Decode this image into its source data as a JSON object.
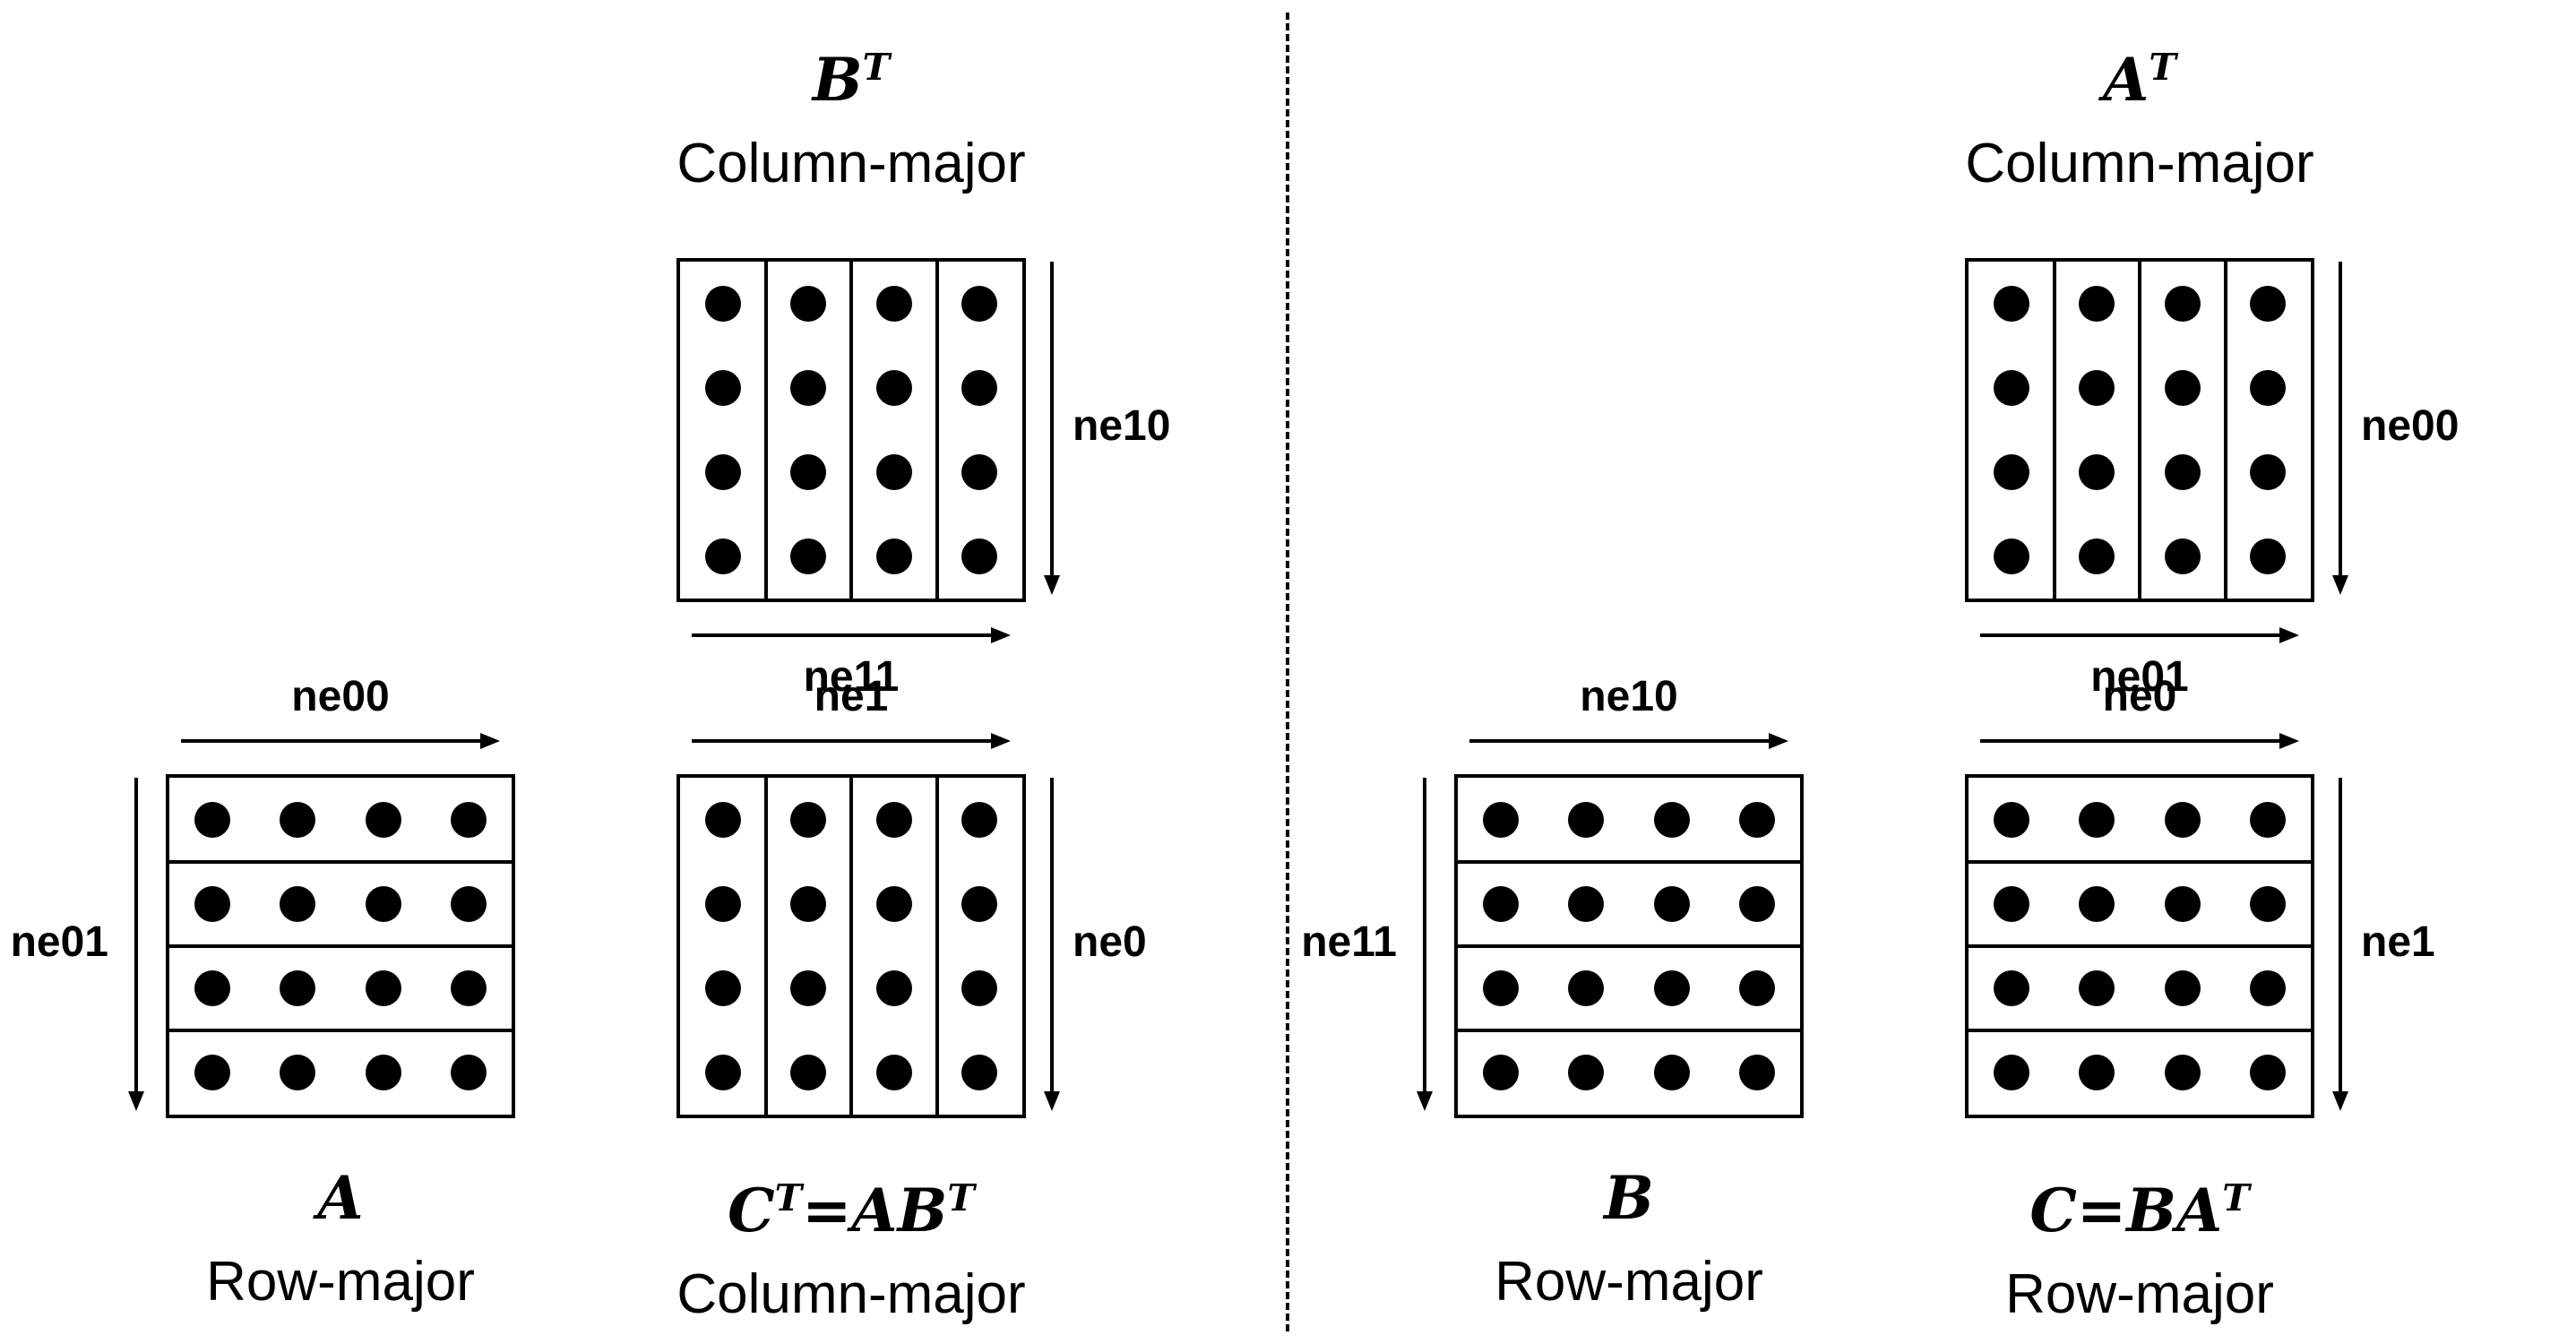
{
  "figure": {
    "background": "#ffffff",
    "line_color": "#000000",
    "dot_color": "#000000",
    "divider": {
      "type": "vertical-dashed-line"
    }
  },
  "panels": [
    {
      "side": "left",
      "matrices": [
        {
          "id": "B-transpose",
          "position": "top",
          "title_parts": [
            {
              "text": "B",
              "sup": false
            },
            {
              "text": "T",
              "sup": true
            }
          ],
          "layout_label": "Column-major",
          "orientation": "column-major",
          "grid": {
            "rows": 4,
            "cols": 4
          },
          "arrows": [
            {
              "side": "right",
              "direction": "down",
              "label": "ne10"
            },
            {
              "side": "bottom",
              "direction": "right",
              "label": "ne11"
            }
          ]
        },
        {
          "id": "A",
          "position": "bottom-left",
          "title_parts": [
            {
              "text": "A",
              "sup": false
            }
          ],
          "layout_label": "Row-major",
          "orientation": "row-major",
          "grid": {
            "rows": 4,
            "cols": 4
          },
          "arrows": [
            {
              "side": "top",
              "direction": "right",
              "label": "ne00"
            },
            {
              "side": "left",
              "direction": "down",
              "label": "ne01"
            }
          ]
        },
        {
          "id": "C-transpose",
          "position": "bottom-right",
          "title_parts": [
            {
              "text": "C",
              "sup": false
            },
            {
              "text": "T",
              "sup": true
            },
            {
              "text": "=AB",
              "sup": false
            },
            {
              "text": "T",
              "sup": true
            }
          ],
          "layout_label": "Column-major",
          "orientation": "column-major",
          "grid": {
            "rows": 4,
            "cols": 4
          },
          "arrows": [
            {
              "side": "top",
              "direction": "right",
              "label": "ne1"
            },
            {
              "side": "right",
              "direction": "down",
              "label": "ne0"
            }
          ]
        }
      ]
    },
    {
      "side": "right",
      "matrices": [
        {
          "id": "A-transpose",
          "position": "top",
          "title_parts": [
            {
              "text": "A",
              "sup": false
            },
            {
              "text": "T",
              "sup": true
            }
          ],
          "layout_label": "Column-major",
          "orientation": "column-major",
          "grid": {
            "rows": 4,
            "cols": 4
          },
          "arrows": [
            {
              "side": "right",
              "direction": "down",
              "label": "ne00"
            },
            {
              "side": "bottom",
              "direction": "right",
              "label": "ne01"
            }
          ]
        },
        {
          "id": "B",
          "position": "bottom-left",
          "title_parts": [
            {
              "text": "B",
              "sup": false
            }
          ],
          "layout_label": "Row-major",
          "orientation": "row-major",
          "grid": {
            "rows": 4,
            "cols": 4
          },
          "arrows": [
            {
              "side": "top",
              "direction": "right",
              "label": "ne10"
            },
            {
              "side": "left",
              "direction": "down",
              "label": "ne11"
            }
          ]
        },
        {
          "id": "C",
          "position": "bottom-right",
          "title_parts": [
            {
              "text": "C",
              "sup": false
            },
            {
              "text": "=BA",
              "sup": false
            },
            {
              "text": "T",
              "sup": true
            }
          ],
          "layout_label": "Row-major",
          "orientation": "row-major",
          "grid": {
            "rows": 4,
            "cols": 4
          },
          "arrows": [
            {
              "side": "top",
              "direction": "right",
              "label": "ne0"
            },
            {
              "side": "right",
              "direction": "down",
              "label": "ne1"
            }
          ]
        }
      ]
    }
  ]
}
